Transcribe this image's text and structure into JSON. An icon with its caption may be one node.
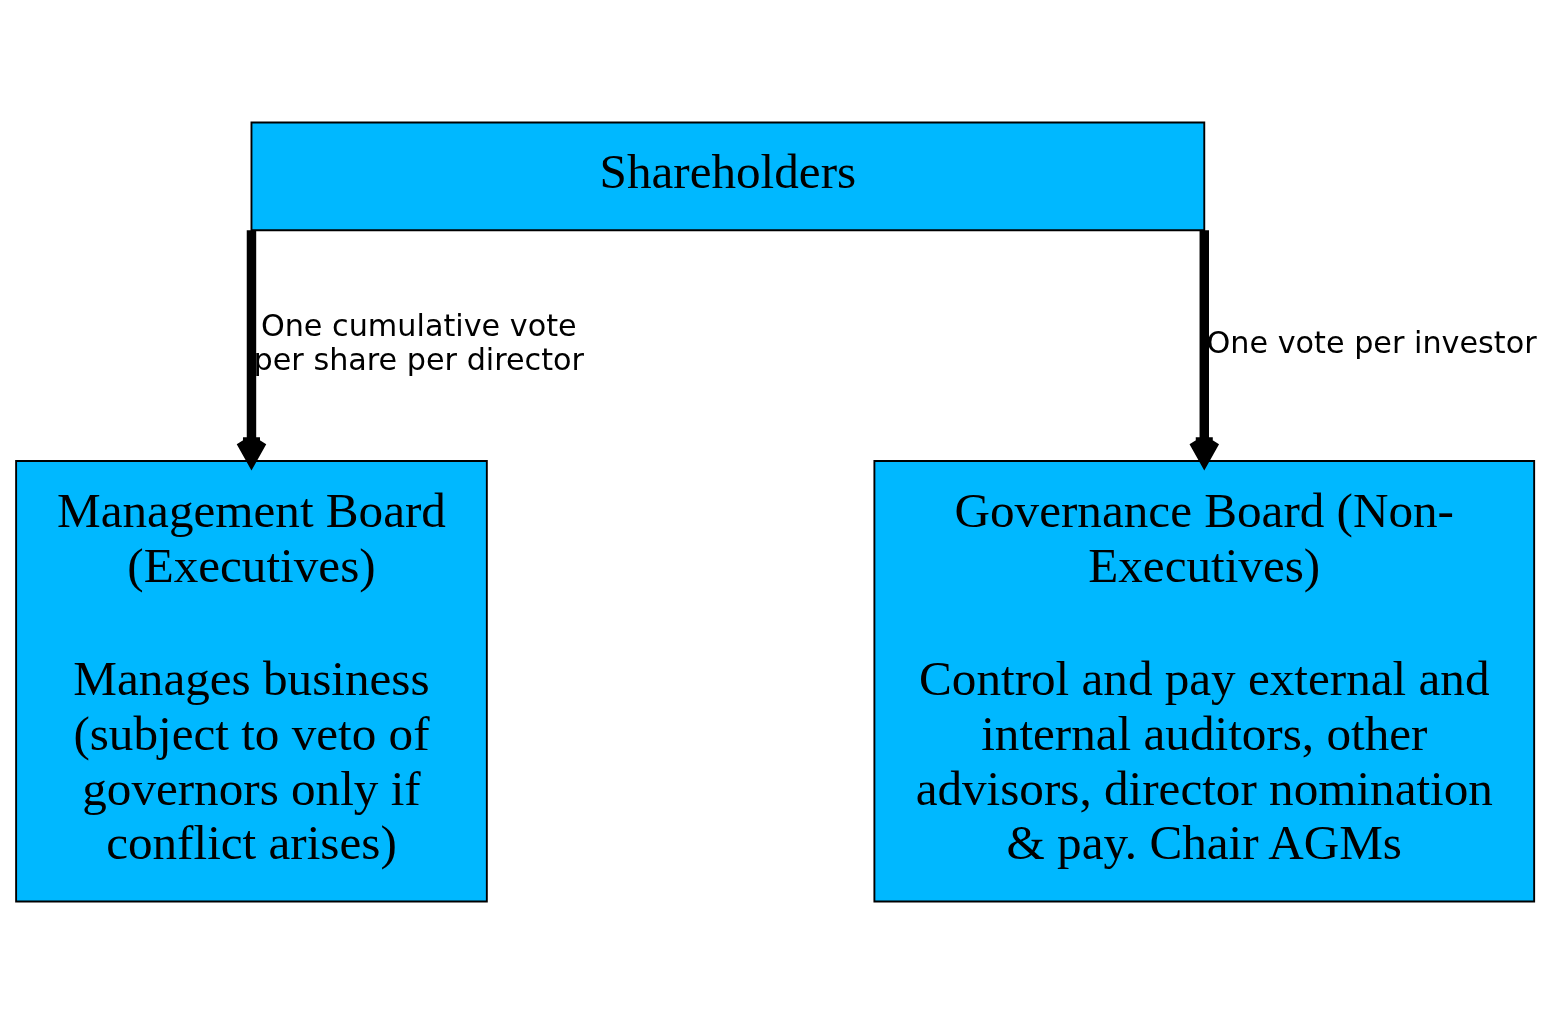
{
  "diagram": {
    "nodes": [
      {
        "text": [
          "Shareholders"
        ]
      },
      {
        "text": [
          "Management Board (Executives)",
          "Manages business (subject to veto of governors only if conflict arises)"
        ]
      },
      {
        "text": [
          "Governance Board (Non-Executives)",
          "Control and pay external and internal auditors, other advisors, director nomination & pay. Chair AGMs"
        ]
      }
    ],
    "edges": [
      {
        "from": 0,
        "to": 1,
        "arrow": "to",
        "label": "One cumulative vote per share per director"
      },
      {
        "from": 0,
        "to": 2,
        "arrow": "to",
        "label": "One vote per investor"
      }
    ]
  }
}
